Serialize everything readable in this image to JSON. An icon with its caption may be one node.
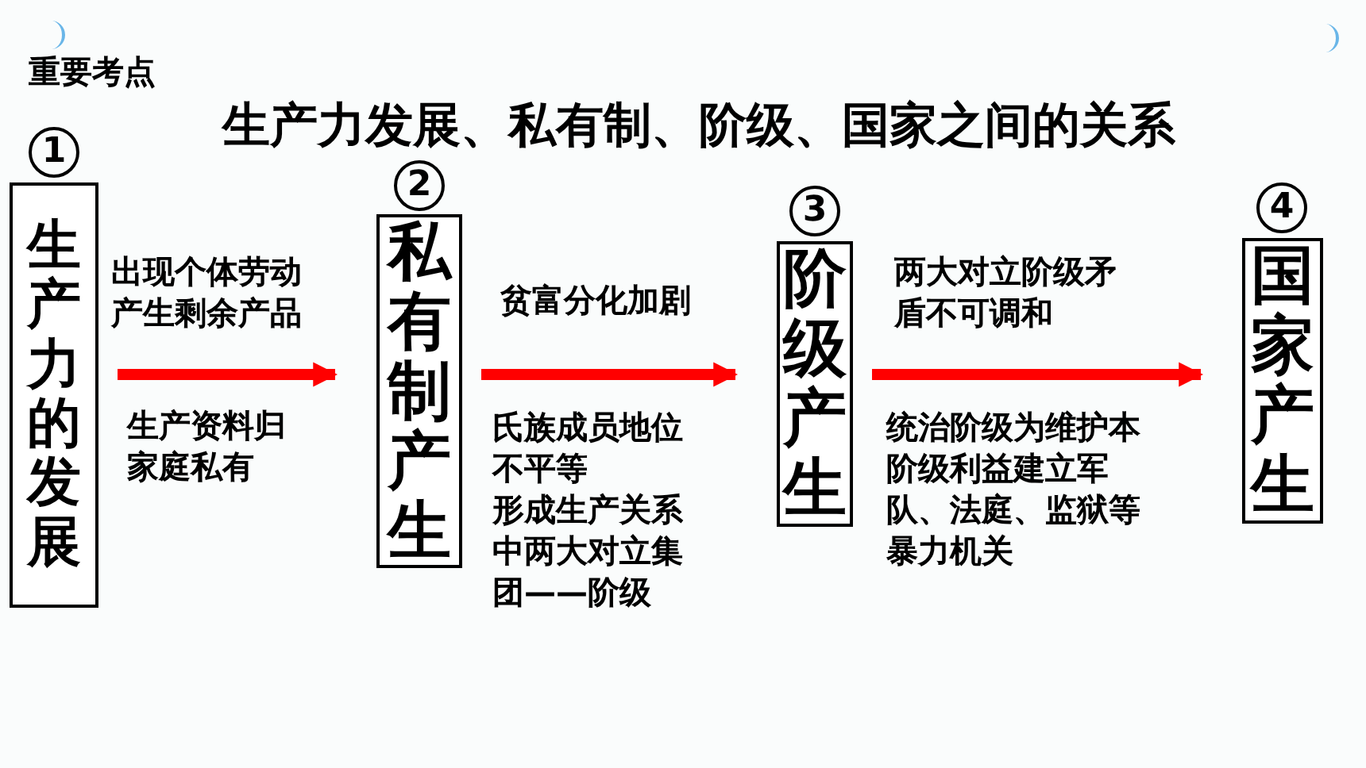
{
  "diagram": {
    "title": "生产力发展、私有制、阶级、国家之间的关系",
    "nodes": [
      {
        "text": [
          "生产力的发展"
        ]
      },
      {
        "text": [
          "私有制产生"
        ]
      },
      {
        "text": [
          "阶级产生"
        ]
      },
      {
        "text": [
          "国家产生"
        ]
      }
    ],
    "edges": [
      {
        "from": 0,
        "to": 1,
        "arrow": "to",
        "label": "出现个体劳动产生剩余产品"
      },
      {
        "from": 1,
        "to": 2,
        "arrow": "to",
        "label": "贫富分化加剧"
      },
      {
        "from": 2,
        "to": 3,
        "arrow": "to",
        "label": "两大对立阶级矛盾不可调和"
      }
    ],
    "labels": [
      "重要考点",
      "1",
      "生产资料归家庭私有",
      "2",
      "氏族成员地位不平等",
      "形成生产关系中两大对立集团——阶级",
      "3",
      "统治阶级为维护本阶级利益建立军队、法庭、监狱等暴力机关",
      "4"
    ]
  }
}
